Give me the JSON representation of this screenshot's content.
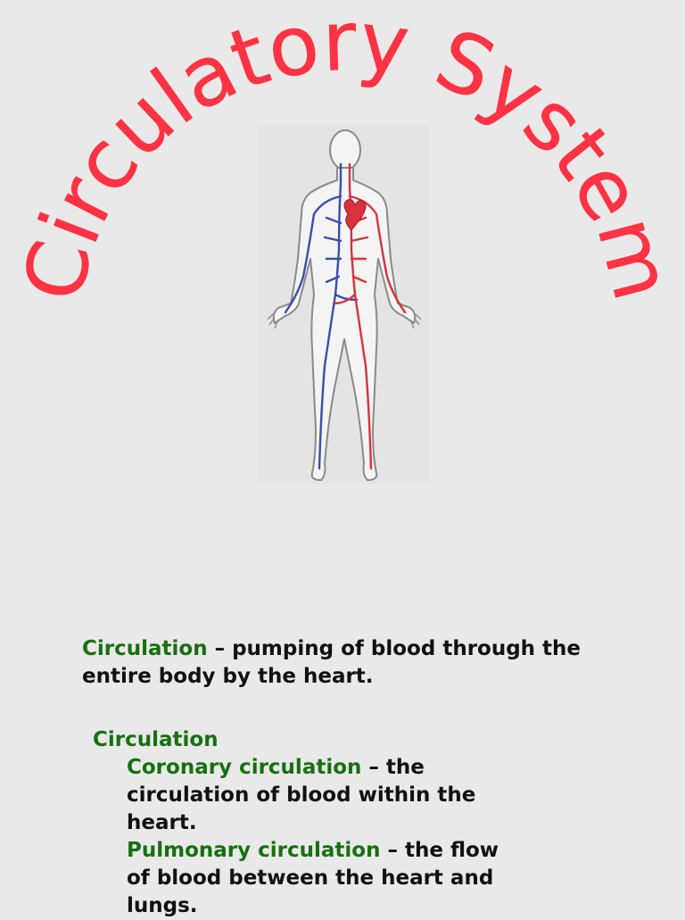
{
  "title": "Circulatory System",
  "definition": {
    "term": "Circulation",
    "text": " – pumping of blood through the entire body by the heart."
  },
  "list": {
    "heading": "Circulation",
    "items": [
      {
        "term": "Coronary circulation",
        "text": " – the circulation of blood within the heart."
      },
      {
        "term": "Pulmonary circulation",
        "text": " – the flow of blood between the heart and lungs."
      }
    ]
  },
  "colors": {
    "title": "#ff3344",
    "term": "#17700f",
    "text": "#111111",
    "background": "#e9e9e9",
    "artery": "#d8323c",
    "vein": "#3b4fa8"
  },
  "icons": {
    "figure": "human-body-circulatory-illustration"
  }
}
